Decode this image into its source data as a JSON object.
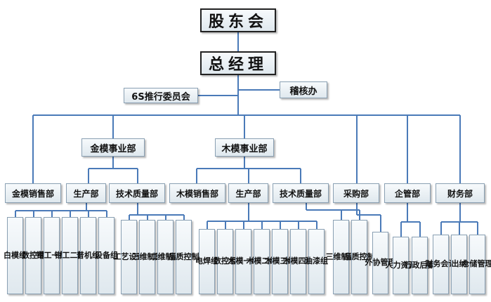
{
  "nodes": {
    "shareholders": "股东会",
    "gm": "总经理",
    "committee6s": "6S推行委员会",
    "audit": "稽核办",
    "jinmo": "金模事业部",
    "mumo": "木模事业部",
    "jinmo_sales": "金模销售部",
    "jinmo_prod": "生产部",
    "jinmo_qa": "技术质量部",
    "mumo_sales": "木模销售部",
    "mumo_prod": "生产部",
    "mumo_qa": "技术质量部",
    "purchase": "采购部",
    "enterprise": "企管部",
    "finance": "财务部",
    "t1": "白模组",
    "t2": "数控组",
    "t3": "钳工一组",
    "t4": "钳工二组",
    "t5": "普机组",
    "t6": "设备组",
    "t7": "工艺设计",
    "t8": "三维制图",
    "t9": "二维制图",
    "t10": "品质控制",
    "t11": "电焊组",
    "t12": "数控组",
    "t13": "木模一组",
    "t14": "木模二组",
    "t15": "木模三组",
    "t16": "木模四组",
    "t17": "油漆组",
    "t18": "三维制图",
    "t19": "品质控制",
    "t20": "外协管理",
    "t21": "人力资源",
    "t22": "行政后勤",
    "t23": "财务会计",
    "t24": "出纳",
    "t25": "仓储管理"
  }
}
